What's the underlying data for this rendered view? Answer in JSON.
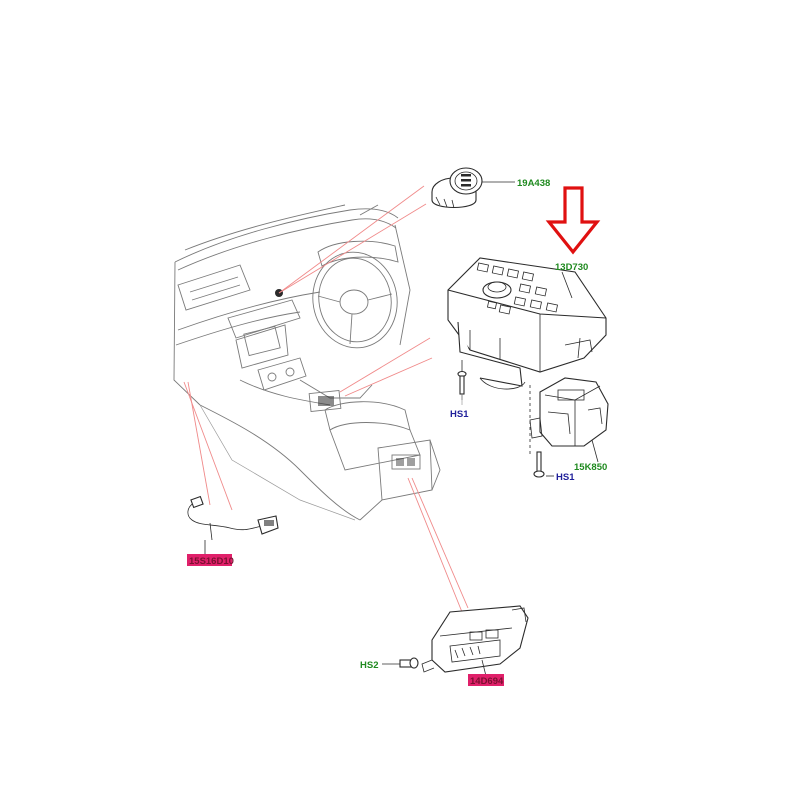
{
  "parts": {
    "start_button": {
      "code": "19A438"
    },
    "terrain_switch": {
      "code": "13D730"
    },
    "module": {
      "code": "15K850"
    },
    "seat_switch": {
      "code": "14D694"
    },
    "harness": {
      "code": "15S16D10"
    }
  },
  "fasteners": {
    "hs1_upper": {
      "code": "HS1"
    },
    "hs1_lower": {
      "code": "HS1"
    },
    "hs2": {
      "code": "HS2"
    }
  },
  "colors": {
    "part_label": "#1f8a1f",
    "fastener_label": "#1f1f9a",
    "highlight": "#e0206a",
    "arrow": "#e01010",
    "callout_line": "#f08a8a"
  }
}
